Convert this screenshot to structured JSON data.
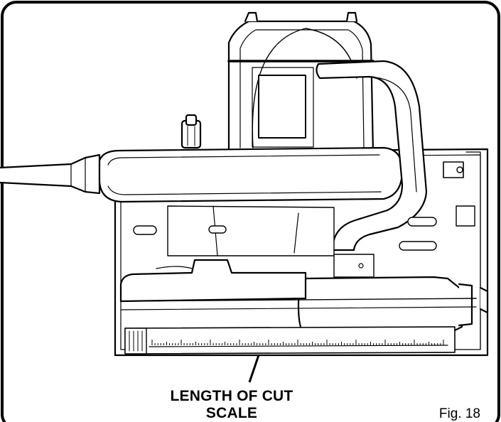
{
  "figure": {
    "callout_line1": "LENGTH OF CUT",
    "callout_line2": "SCALE",
    "fig_label": "Fig. 18"
  },
  "colors": {
    "ink": "#000000",
    "paper": "#ffffff",
    "shade": "#e6e6e6"
  }
}
